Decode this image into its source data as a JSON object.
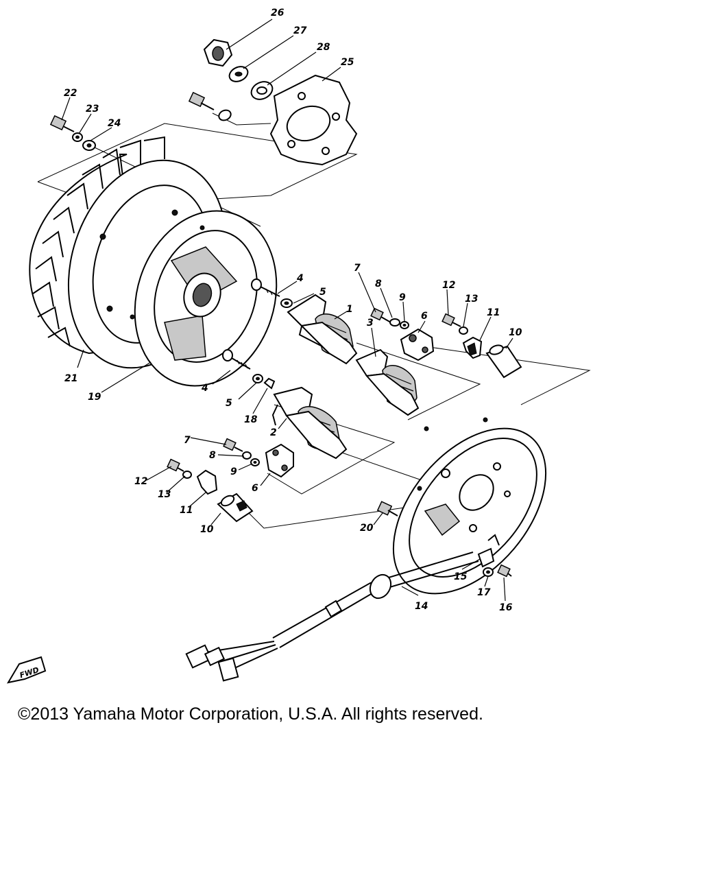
{
  "callouts": [
    {
      "id": "c26",
      "text": "26"
    },
    {
      "id": "c27",
      "text": "27"
    },
    {
      "id": "c28",
      "text": "28"
    },
    {
      "id": "c25",
      "text": "25"
    },
    {
      "id": "c22",
      "text": "22"
    },
    {
      "id": "c23",
      "text": "23"
    },
    {
      "id": "c24",
      "text": "24"
    },
    {
      "id": "c4a",
      "text": "4"
    },
    {
      "id": "c5a",
      "text": "5"
    },
    {
      "id": "c1",
      "text": "1"
    },
    {
      "id": "c7a",
      "text": "7"
    },
    {
      "id": "c8a",
      "text": "8"
    },
    {
      "id": "c9a",
      "text": "9"
    },
    {
      "id": "c3",
      "text": "3"
    },
    {
      "id": "c6a",
      "text": "6"
    },
    {
      "id": "c12a",
      "text": "12"
    },
    {
      "id": "c13a",
      "text": "13"
    },
    {
      "id": "c11a",
      "text": "11"
    },
    {
      "id": "c10a",
      "text": "10"
    },
    {
      "id": "c21",
      "text": "21"
    },
    {
      "id": "c19",
      "text": "19"
    },
    {
      "id": "c4b",
      "text": "4"
    },
    {
      "id": "c5b",
      "text": "5"
    },
    {
      "id": "c18",
      "text": "18"
    },
    {
      "id": "c2",
      "text": "2"
    },
    {
      "id": "c7b",
      "text": "7"
    },
    {
      "id": "c8b",
      "text": "8"
    },
    {
      "id": "c9b",
      "text": "9"
    },
    {
      "id": "c6b",
      "text": "6"
    },
    {
      "id": "c12b",
      "text": "12"
    },
    {
      "id": "c13b",
      "text": "13"
    },
    {
      "id": "c11b",
      "text": "11"
    },
    {
      "id": "c10b",
      "text": "10"
    },
    {
      "id": "c20",
      "text": "20"
    },
    {
      "id": "c15",
      "text": "15"
    },
    {
      "id": "c14",
      "text": "14"
    },
    {
      "id": "c17",
      "text": "17"
    },
    {
      "id": "c16",
      "text": "16"
    }
  ],
  "fwd_label": "FWD",
  "copyright": "©2013 Yamaha Motor Corporation, U.S.A. All rights reserved."
}
